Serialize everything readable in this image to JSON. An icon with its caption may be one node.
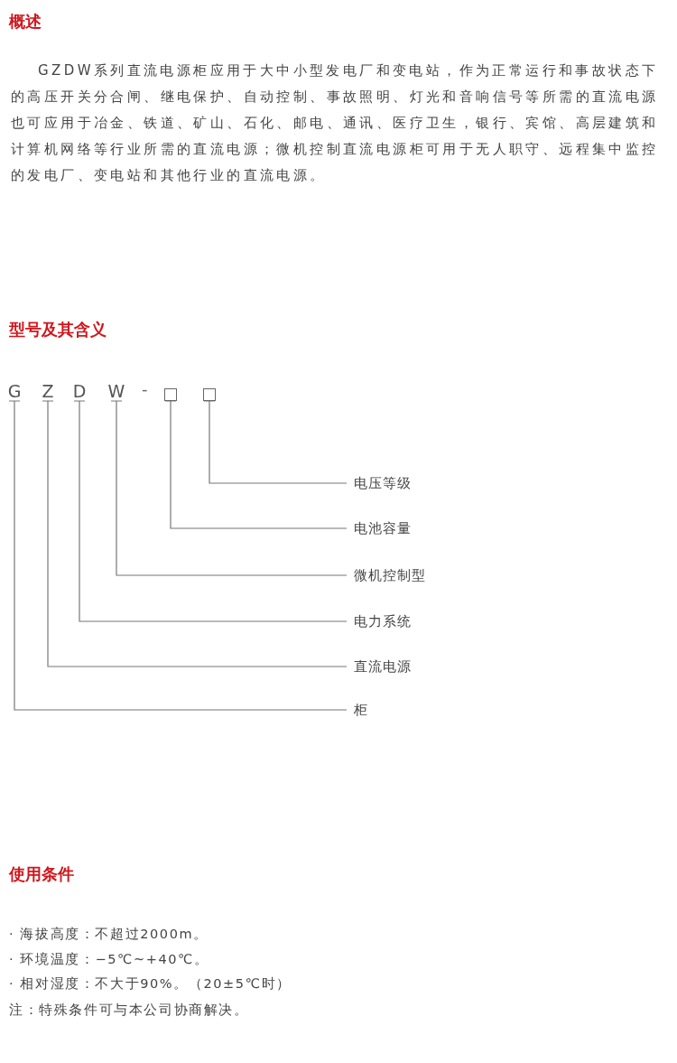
{
  "diagram": {
    "nodes": [
      {
        "text": [
          "G"
        ]
      },
      {
        "text": [
          "Z"
        ]
      },
      {
        "text": [
          "D"
        ]
      },
      {
        "text": [
          "W"
        ]
      },
      {
        "text": [],
        "shape": "box"
      },
      {
        "text": [],
        "shape": "box"
      },
      {
        "text": [
          "电压等级"
        ]
      },
      {
        "text": [
          "电池容量"
        ]
      },
      {
        "text": [
          "微机控制型"
        ]
      },
      {
        "text": [
          "电力系统"
        ]
      },
      {
        "text": [
          "直流电源"
        ]
      },
      {
        "text": [
          "柜"
        ]
      }
    ],
    "edges": [
      {
        "from": 5,
        "to": 6,
        "arrow": "none"
      },
      {
        "from": 4,
        "to": 7,
        "arrow": "none"
      },
      {
        "from": 3,
        "to": 8,
        "arrow": "none"
      },
      {
        "from": 2,
        "to": 9,
        "arrow": "none"
      },
      {
        "from": 1,
        "to": 10,
        "arrow": "none"
      },
      {
        "from": 0,
        "to": 11,
        "arrow": "none"
      }
    ],
    "labels": [
      "概述",
      "GZDW系列直流电源柜应用于大中小型发电厂和变电站，作为正常运行和事故状态下的高压开关分合闸、继电保护、自动控制、事故照明、灯光和音响信号等所需的直流电源也可应用于冶金、铁道、矿山、石化、邮电、通讯、医疗卫生，银行、宾馆、高层建筑和计算机网络等行业所需的直流电源；微机控制直流电源柜可用于无人职守、远程集中监控的发电厂、变电站和其他行业的直流电源。",
      "型号及其含义",
      "-",
      "使用条件",
      "· 海拔高度：不超过2000m。",
      "· 环境温度：−5℃~+40℃。",
      "· 相对湿度：不大于90%。（20±5℃时）",
      "注：特殊条件可与本公司协商解决。"
    ]
  }
}
